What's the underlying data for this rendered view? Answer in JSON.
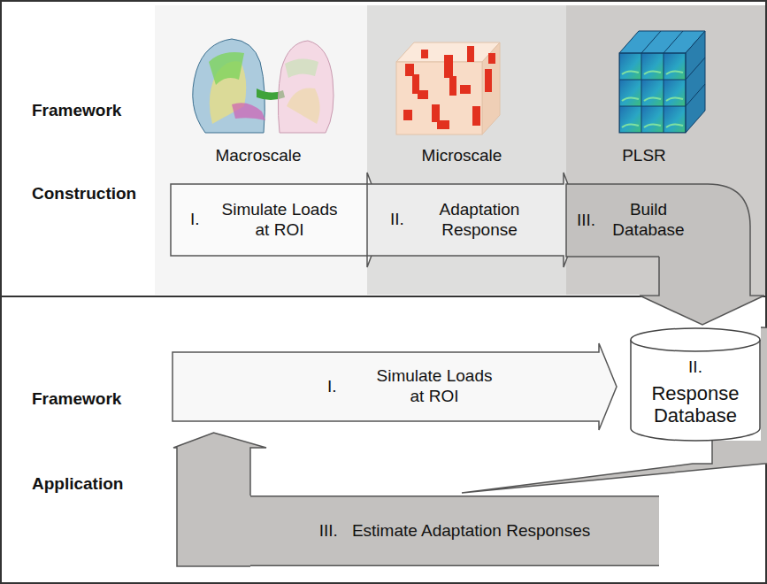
{
  "diagram": {
    "nodes": [
      {
        "text": [
          "I.",
          "Simulate Loads at ROI"
        ]
      },
      {
        "text": [
          "II.",
          "Adaptation Response"
        ]
      },
      {
        "text": [
          "III.",
          "Build Database"
        ]
      },
      {
        "text": [
          "I.",
          "Simulate Loads at ROI"
        ]
      },
      {
        "text": [
          "II.",
          "Response Database"
        ]
      },
      {
        "text": [
          "III.",
          "Estimate Adaptation Responses"
        ]
      }
    ],
    "edges": [
      {
        "from": 2,
        "to": 4,
        "arrow": "to"
      },
      {
        "from": 4,
        "to": 5,
        "arrow": "none"
      },
      {
        "from": 5,
        "to": 3,
        "arrow": "to"
      }
    ],
    "labels": [
      "Framework",
      "Construction",
      "Macroscale",
      "Microscale",
      "PLSR",
      "Framework",
      "Application"
    ]
  }
}
